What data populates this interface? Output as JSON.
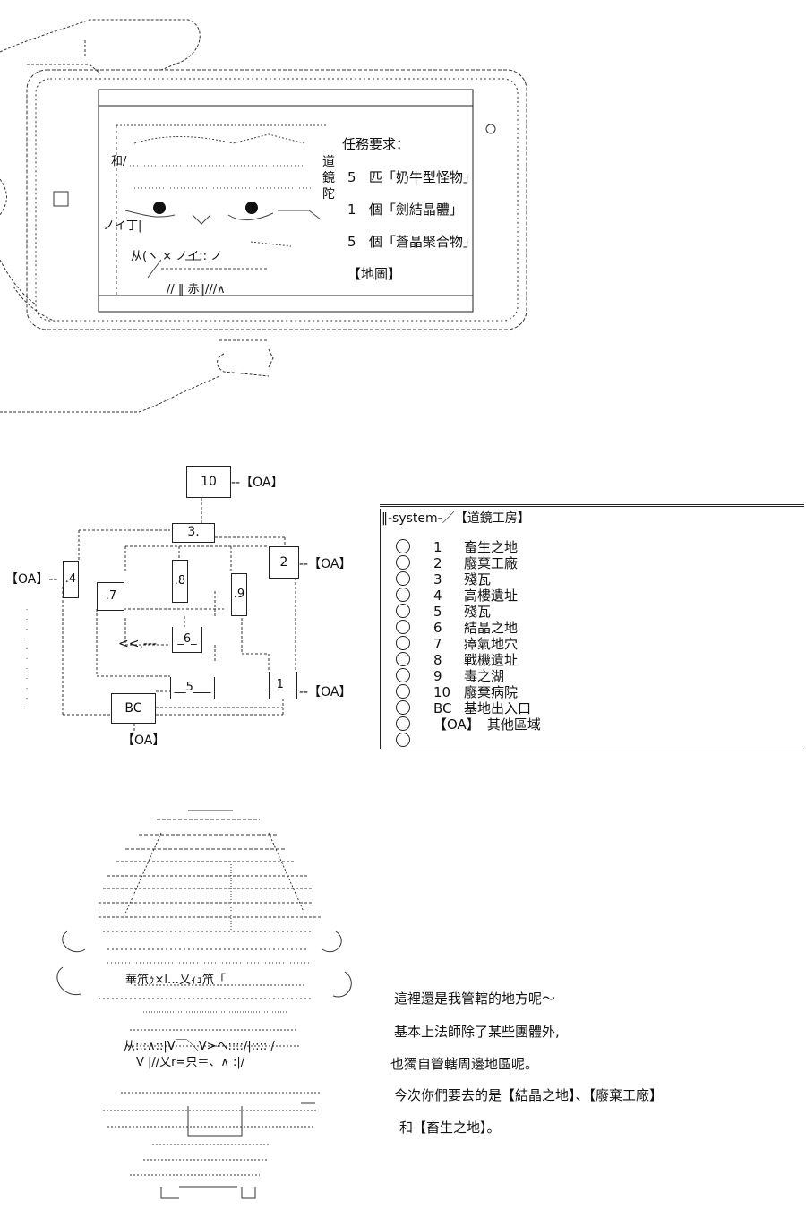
{
  "panel1": {
    "mission_title": "任務要求：",
    "missions": [
      {
        "qty": "5",
        "text": "匹「奶牛型怪物」"
      },
      {
        "qty": "1",
        "text": "個「劍結晶體」"
      },
      {
        "qty": "5",
        "text": "個「蒼晶聚合物」"
      }
    ],
    "map_label": "【地圖】",
    "vertical_label": [
      "道",
      "鏡",
      "陀"
    ],
    "art_text_lines": [
      "和/",
      "ノイ丁|",
      "从(ヽ     ×     ノイ:: ノ",
      "// ‖ 赤‖///∧"
    ]
  },
  "map": {
    "nodes": [
      {
        "id": "10",
        "label": "10"
      },
      {
        "id": "3",
        "label": "3."
      },
      {
        "id": "2",
        "label": "2"
      },
      {
        "id": "4",
        "label": ".4"
      },
      {
        "id": "7",
        "label": ".7"
      },
      {
        "id": "8",
        "label": ".8"
      },
      {
        "id": "9",
        "label": ".9"
      },
      {
        "id": "6",
        "label": "_6_"
      },
      {
        "id": "5",
        "label": "__5___"
      },
      {
        "id": "1",
        "label": "_1__"
      },
      {
        "id": "bc",
        "label": "BC"
      }
    ],
    "oa_label": "【OA】",
    "back_arrow": "<<.---"
  },
  "system": {
    "header": "‖-system-／【道鏡工房】",
    "items": [
      {
        "num": "1",
        "name": "畜生之地"
      },
      {
        "num": "2",
        "name": "廢棄工廠"
      },
      {
        "num": "3",
        "name": "殘瓦"
      },
      {
        "num": "4",
        "name": "高樓遺址"
      },
      {
        "num": "5",
        "name": "殘瓦"
      },
      {
        "num": "6",
        "name": "結晶之地"
      },
      {
        "num": "7",
        "name": "瘴氣地穴"
      },
      {
        "num": "8",
        "name": "戰機遺址"
      },
      {
        "num": "9",
        "name": "毒之湖"
      },
      {
        "num": "10",
        "name": "廢棄病院"
      },
      {
        "num": "BC",
        "name": "基地出入口"
      },
      {
        "num": "【OA】",
        "name": "其他區域"
      },
      {
        "num": "",
        "name": ""
      }
    ]
  },
  "dialogue": {
    "lines": [
      "這裡還是我管轄的地方呢～",
      "基本上法師除了某些團體外,",
      "也獨自管轄周邊地區呢。",
      "今次你們要去的是【結晶之地】、【廢棄工廠】",
      "和【畜生之地】。"
    ],
    "art_text_lines": [
      "華笊ｩ×l…乂ｨｭ笊「",
      "V  |//乂r=只＝、∧  :|/",
      "从:::∧::|V￣＼V>ヘ::::/|:::: /"
    ]
  }
}
